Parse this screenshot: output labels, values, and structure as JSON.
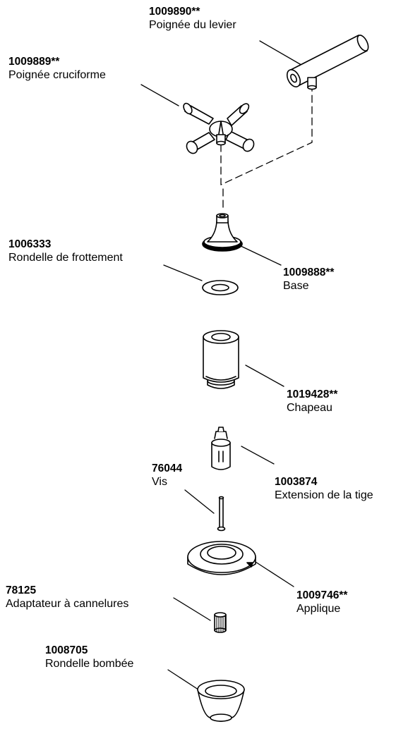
{
  "parts": [
    {
      "id": "lever",
      "number": "1009890**",
      "name": "Poignée du levier"
    },
    {
      "id": "cross",
      "number": "1009889**",
      "name": "Poignée cruciforme"
    },
    {
      "id": "friction",
      "number": "1006333",
      "name": "Rondelle de frottement"
    },
    {
      "id": "base",
      "number": "1009888**",
      "name": "Base"
    },
    {
      "id": "bonnet",
      "number": "1019428**",
      "name": "Chapeau"
    },
    {
      "id": "stem",
      "number": "1003874",
      "name": "Extension de la tige"
    },
    {
      "id": "screw",
      "number": "76044",
      "name": "Vis"
    },
    {
      "id": "escutcheon",
      "number": "1009746**",
      "name": "Applique"
    },
    {
      "id": "adapter",
      "number": "78125",
      "name": "Adaptateur à cannelures"
    },
    {
      "id": "dome",
      "number": "1008705",
      "name": "Rondelle bombée"
    }
  ]
}
